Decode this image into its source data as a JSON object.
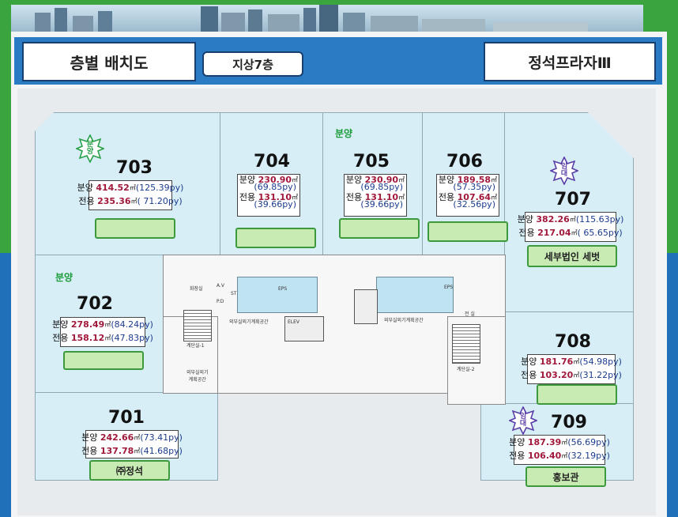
{
  "header": {
    "title": "층별 배치도",
    "floor": "지상7층",
    "building": "정석프라자Ⅲ"
  },
  "labels": {
    "sale_top": "분양",
    "sale_left": "분양"
  },
  "badges": {
    "sale": "분\n양",
    "lease": "임\n대"
  },
  "core_labels": {
    "toilet": "화장실",
    "av": "A.V",
    "pd": "P.D",
    "st": "ST",
    "eps": "EPS",
    "stair": "계단실-1",
    "stair2": "계단실-2",
    "hall_left": "외부실외기계획공간",
    "hall_right": "외부실외기계획공간",
    "ac_left": "외부실외기\n계획공간",
    "elev": "ELEV",
    "stair_r": "전 실"
  },
  "units": [
    {
      "no": "703",
      "sale_label": "분양",
      "sale_m2": "414.52",
      "sale_py": "(125.39py)",
      "use_label": "전용",
      "use_m2": "235.36",
      "use_py": "( 71.20py)",
      "tag": ""
    },
    {
      "no": "704",
      "sale_label": "분양",
      "sale_m2": "230.90",
      "sale_py": "(69.85py)",
      "use_label": "전용",
      "use_m2": "131.10",
      "use_py": "(39.66py)",
      "tag": ""
    },
    {
      "no": "705",
      "sale_label": "분양",
      "sale_m2": "230.90",
      "sale_py": "(69.85py)",
      "use_label": "전용",
      "use_m2": "131.10",
      "use_py": "(39.66py)",
      "tag": ""
    },
    {
      "no": "706",
      "sale_label": "분양",
      "sale_m2": "189.58",
      "sale_py": "(57.35py)",
      "use_label": "전용",
      "use_m2": "107.64",
      "use_py": "(32.56py)",
      "tag": ""
    },
    {
      "no": "707",
      "sale_label": "분양",
      "sale_m2": "382.26",
      "sale_py": "(115.63py)",
      "use_label": "전용",
      "use_m2": "217.04",
      "use_py": "( 65.65py)",
      "tag": "세부법인 세벗"
    },
    {
      "no": "702",
      "sale_label": "분양",
      "sale_m2": "278.49",
      "sale_py": "(84.24py)",
      "use_label": "전용",
      "use_m2": "158.12",
      "use_py": "(47.83py)",
      "tag": ""
    },
    {
      "no": "708",
      "sale_label": "분양",
      "sale_m2": "181.76",
      "sale_py": "(54.98py)",
      "use_label": "전용",
      "use_m2": "103.20",
      "use_py": "(31.22py)",
      "tag": ""
    },
    {
      "no": "701",
      "sale_label": "분양",
      "sale_m2": "242.66",
      "sale_py": "(73.41py)",
      "use_label": "전용",
      "use_m2": "137.78",
      "use_py": "(41.68py)",
      "tag": "㈜정석"
    },
    {
      "no": "709",
      "sale_label": "분양",
      "sale_m2": "187.39",
      "sale_py": "(56.69py)",
      "use_label": "전용",
      "use_m2": "106.40",
      "use_py": "(32.19py)",
      "tag": "홍보관"
    }
  ],
  "unit_suffix": "㎡",
  "colors": {
    "sale": "#a0183a",
    "py": "#1b3c8f",
    "header": "#2a7bc4",
    "tag": "#c8ebb4",
    "room": "#d7eef7"
  }
}
